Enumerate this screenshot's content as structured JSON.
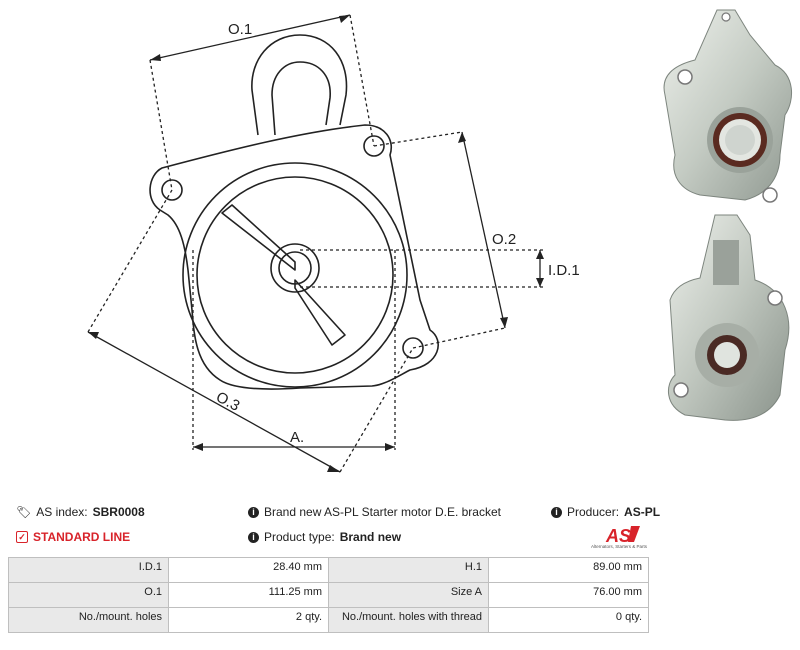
{
  "drawing": {
    "labels": {
      "o1": "O.1",
      "o2": "O.2",
      "o3": "O.3",
      "id1": "I.D.1",
      "a": "A."
    }
  },
  "header": {
    "as_index_label": "AS index:",
    "as_index_value": "SBR0008",
    "description": "Brand new AS-PL Starter motor D.E. bracket",
    "producer_label": "Producer:",
    "producer_value": "AS-PL",
    "line": "STANDARD LINE",
    "product_type_label": "Product type:",
    "product_type_value": "Brand new",
    "logo_text": "AS",
    "logo_caption": "Alternators, Starters & Parts"
  },
  "specs": {
    "rows": [
      {
        "l1": "I.D.1",
        "v1": "28.40 mm",
        "l2": "H.1",
        "v2": "89.00 mm"
      },
      {
        "l1": "O.1",
        "v1": "111.25 mm",
        "l2": "Size A",
        "v2": "76.00 mm"
      },
      {
        "l1": "No./mount. holes",
        "v1": "2 qty.",
        "l2": "No./mount. holes with thread",
        "v2": "0 qty."
      }
    ]
  },
  "colors": {
    "accent_red": "#d8232a",
    "table_label_bg": "#e9e9e9",
    "border": "#bfbfbf"
  }
}
